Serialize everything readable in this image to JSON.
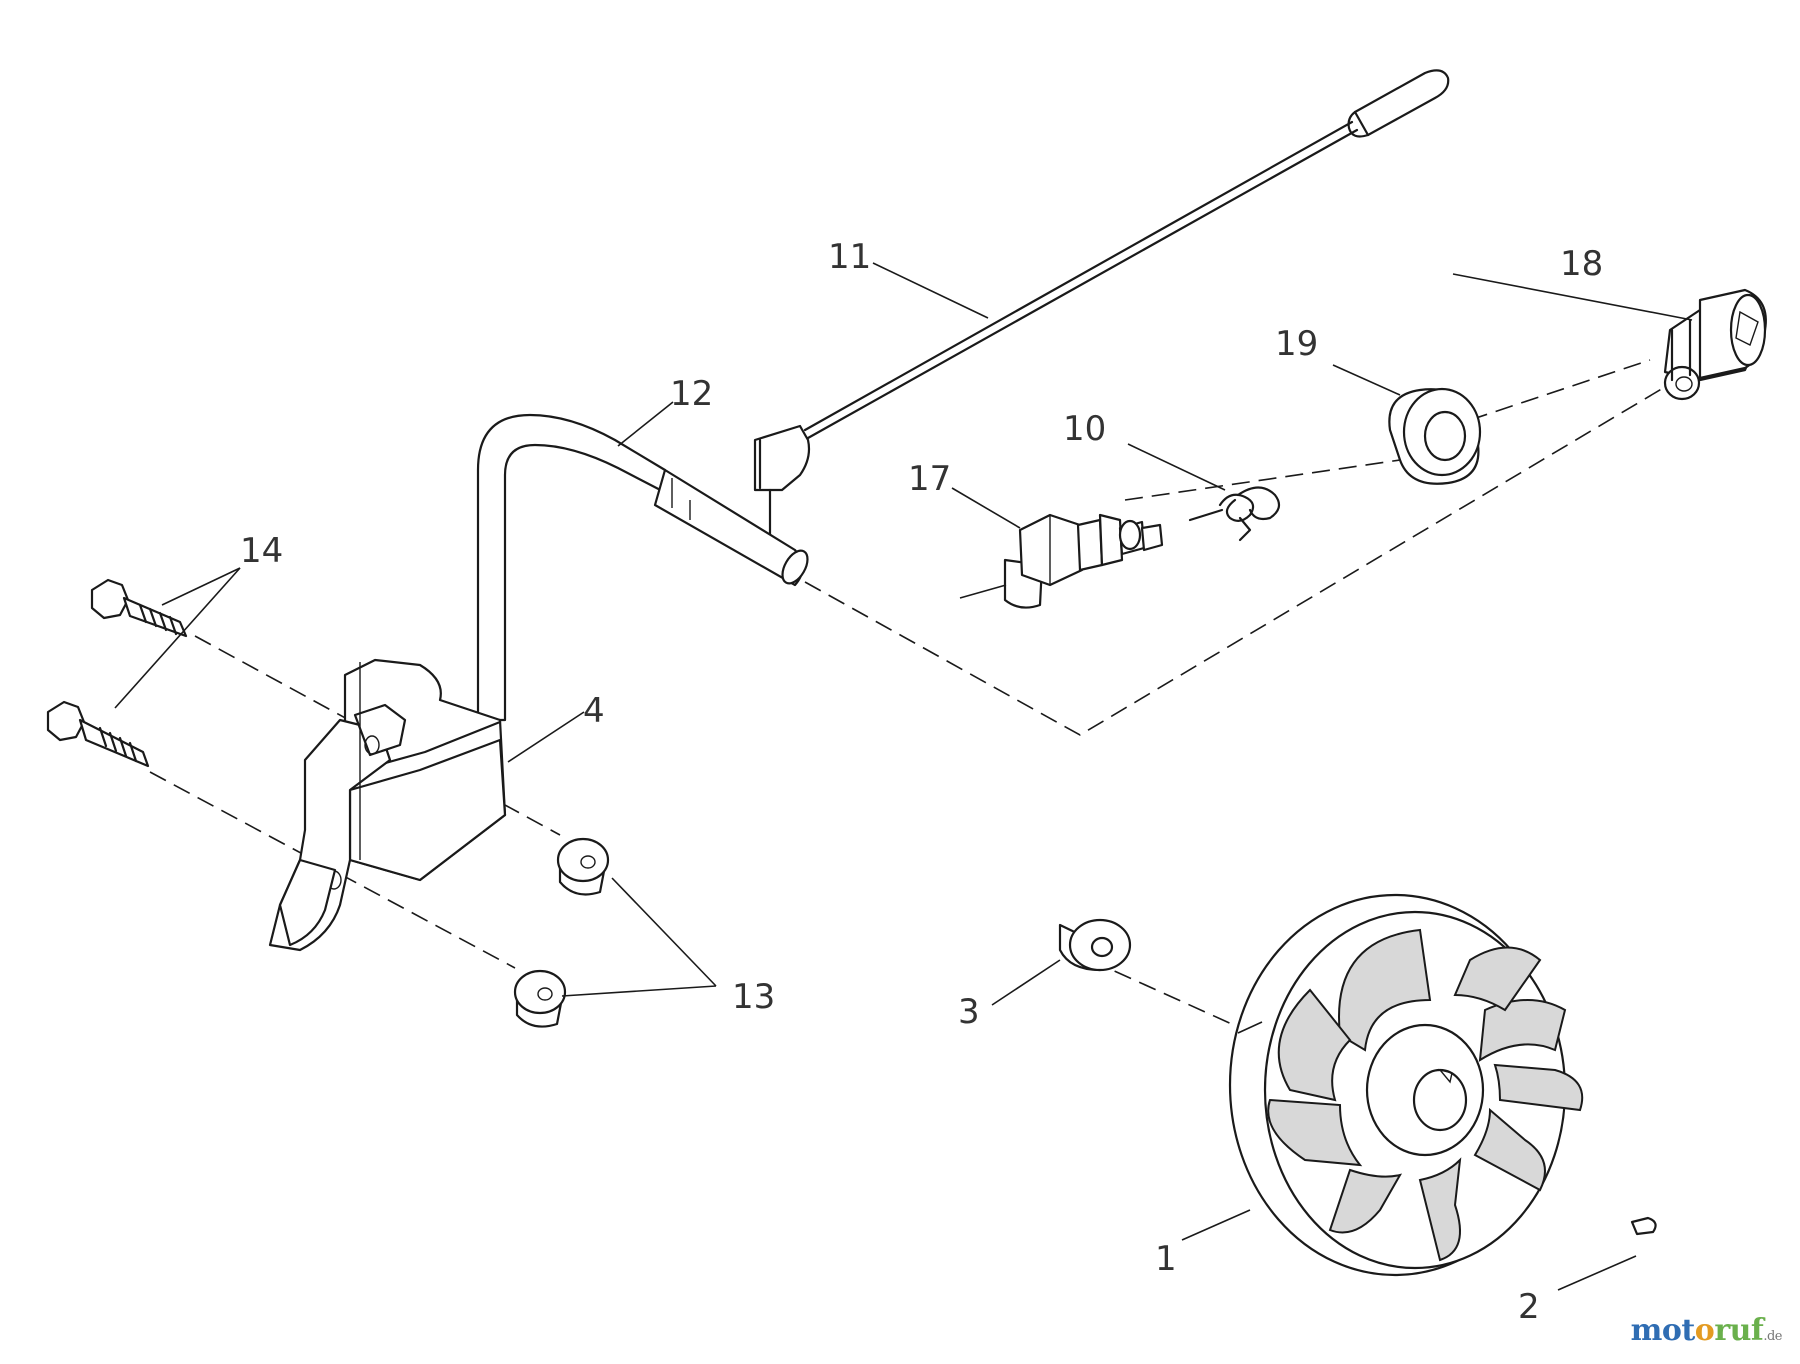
{
  "callouts": {
    "c1": "1",
    "c2": "2",
    "c3": "3",
    "c4": "4",
    "c10": "10",
    "c11": "11",
    "c12": "12",
    "c13": "13",
    "c14": "14",
    "c17": "17",
    "c18": "18",
    "c19": "19"
  },
  "watermark": {
    "text": "motoruf.de",
    "colors": {
      "mot": "#2f6db3",
      "o": "#e39b22",
      "ruf": "#6ab04c"
    }
  }
}
